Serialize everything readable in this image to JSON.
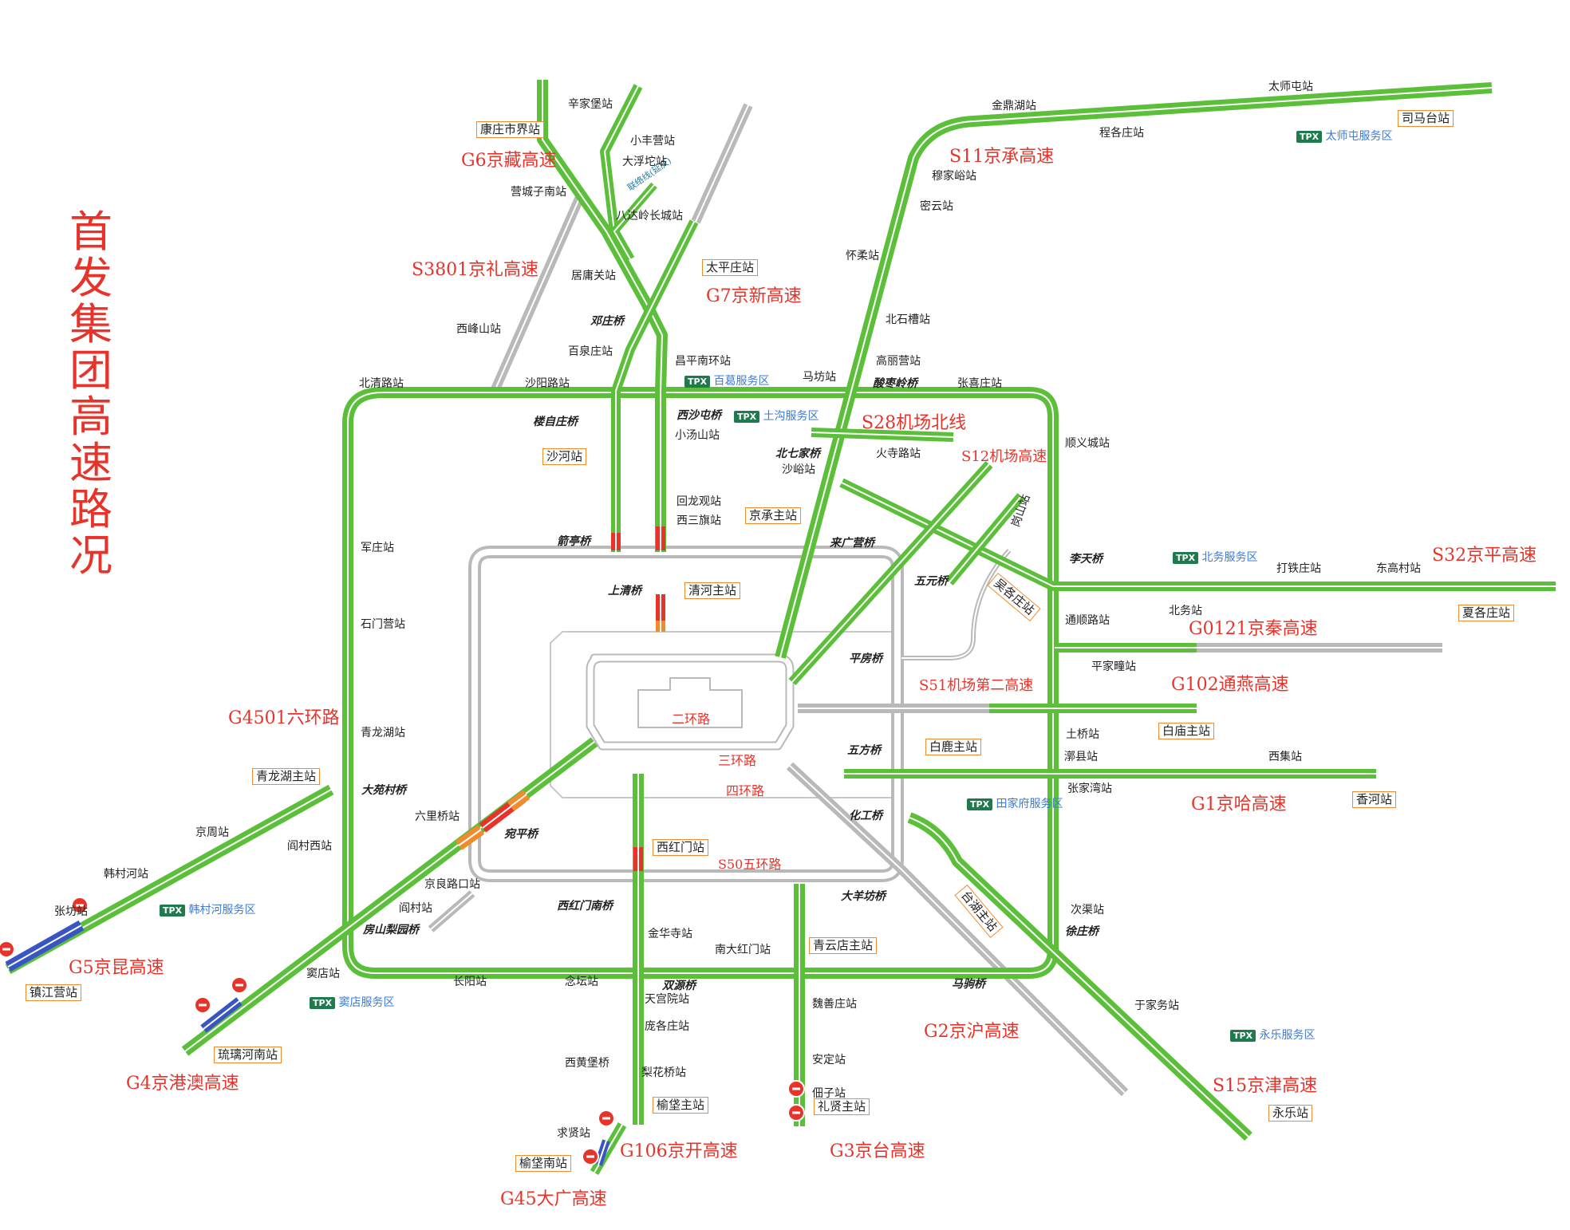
{
  "title": "首发集团高速路况",
  "colors": {
    "smooth": "#5bbf3a",
    "congested": "#e8332a",
    "slow": "#f28a2e",
    "closed": "#3955c4",
    "unmanaged": "#b9b9b9",
    "text_red": "#e8332a",
    "service_blue": "#3d7bd8",
    "tpx_green": "#1f7a4d"
  },
  "road_labels": [
    {
      "id": "g6",
      "text": "G6京藏高速"
    },
    {
      "id": "s3801",
      "text": "S3801京礼高速"
    },
    {
      "id": "g7",
      "text": "G7京新高速"
    },
    {
      "id": "s11",
      "text": "S11京承高速"
    },
    {
      "id": "s28",
      "text": "S28机场北线"
    },
    {
      "id": "s12",
      "text": "S12机场高速"
    },
    {
      "id": "s32",
      "text": "S32京平高速"
    },
    {
      "id": "g0121",
      "text": "G0121京秦高速"
    },
    {
      "id": "g102",
      "text": "G102通燕高速"
    },
    {
      "id": "g1",
      "text": "G1京哈高速"
    },
    {
      "id": "s51",
      "text": "S51机场第二高速"
    },
    {
      "id": "g4501",
      "text": "G4501六环路"
    },
    {
      "id": "g5",
      "text": "G5京昆高速"
    },
    {
      "id": "g4",
      "text": "G4京港澳高速"
    },
    {
      "id": "g45",
      "text": "G45大广高速"
    },
    {
      "id": "g106",
      "text": "G106京开高速"
    },
    {
      "id": "g3",
      "text": "G3京台高速"
    },
    {
      "id": "g2",
      "text": "G2京沪高速"
    },
    {
      "id": "s15",
      "text": "S15京津高速"
    }
  ],
  "ring_labels": [
    {
      "id": "r2",
      "text": "二环路"
    },
    {
      "id": "r3",
      "text": "三环路"
    },
    {
      "id": "r4",
      "text": "四环路"
    },
    {
      "id": "r5",
      "text": "S50五环路"
    }
  ],
  "side_note": "联络线(延庆)",
  "stations": [
    "辛家堡站",
    "小丰营站",
    "大浮坨站",
    "营城子南站",
    "八达岭长城站",
    "居庸关站",
    "西峰山站",
    "百泉庄站",
    "昌平南环站",
    "沙阳路站",
    "北清路站",
    "小汤山站",
    "回龙观站",
    "西三旗站",
    "军庄站",
    "石门营站",
    "青龙湖站",
    "京周站",
    "韩村河站",
    "张坊站",
    "阎村西站",
    "六里桥站",
    "京良路口站",
    "阎村站",
    "窦店站",
    "长阳站",
    "念坛站",
    "金华寺站",
    "天宫院站",
    "庞各庄站",
    "西黄堡桥",
    "梨花桥站",
    "求贤站",
    "南大红门站",
    "魏善庄站",
    "安定站",
    "佃子站",
    "金鼎湖站",
    "太师屯站",
    "程各庄站",
    "穆家峪站",
    "密云站",
    "怀柔站",
    "北石槽站",
    "高丽营站",
    "马坊站",
    "张喜庄站",
    "顺义城站",
    "火寺路站",
    "沙峪站",
    "岗山站",
    "打铁庄站",
    "东高村站",
    "北务站",
    "通顺路站",
    "平家疃站",
    "土桥站",
    "漷县站",
    "西集站",
    "张家湾站",
    "次渠站",
    "于家务站"
  ],
  "bridges": [
    "邓庄桥",
    "楼自庄桥",
    "西沙屯桥",
    "酸枣岭桥",
    "北七家桥",
    "箭亭桥",
    "上清桥",
    "来广营桥",
    "五元桥",
    "李天桥",
    "平房桥",
    "五方桥",
    "化工桥",
    "大羊坊桥",
    "徐庄桥",
    "马驹桥",
    "大苑村桥",
    "宛平桥",
    "房山梨园桥",
    "西红门南桥",
    "双源桥"
  ],
  "toll_stations": [
    "康庄市界站",
    "太平庄站",
    "司马台站",
    "沙河站",
    "京承主站",
    "清河主站",
    "吴各庄站",
    "夏各庄站",
    "白庙主站",
    "白鹿主站",
    "香河站",
    "青龙湖主站",
    "镇江营站",
    "琉璃河南站",
    "西红门站",
    "榆垡主站",
    "榆垡南站",
    "青云店主站",
    "礼贤主站",
    "台湖主站",
    "永乐站"
  ],
  "service_areas": [
    "百葛服务区",
    "土沟服务区",
    "北务服务区",
    "太师屯服务区",
    "田家府服务区",
    "韩村河服务区",
    "窦店服务区",
    "永乐服务区"
  ],
  "tpx_badge": "TPX"
}
